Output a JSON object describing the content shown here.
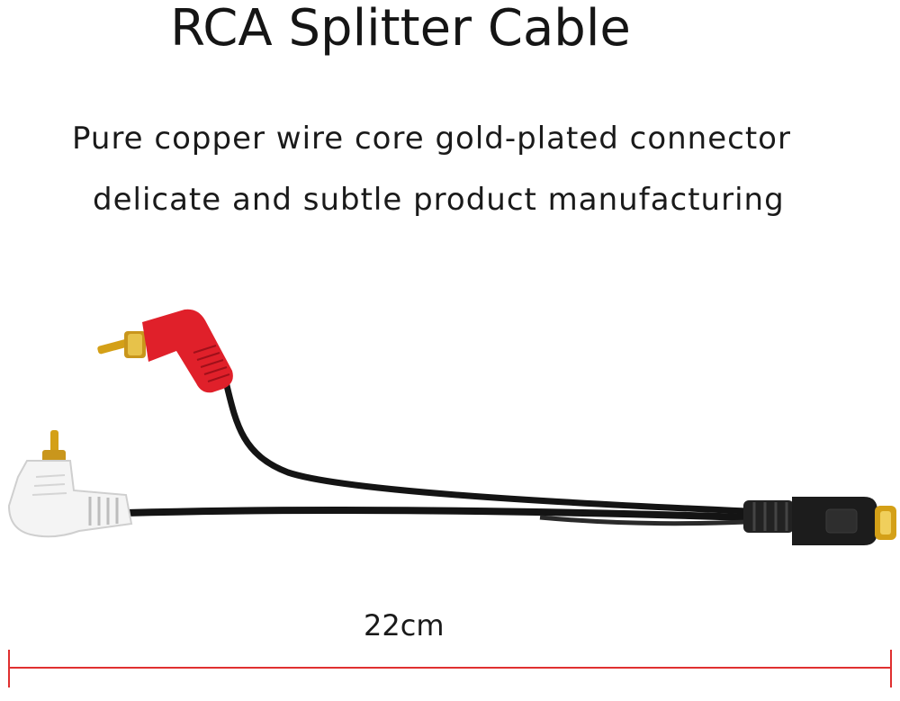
{
  "title": "RCA Splitter Cable",
  "subtitle_line1": "Pure copper wire core gold-plated connector",
  "subtitle_line2": "delicate and subtle product manufacturing",
  "length_label": "22cm",
  "colors": {
    "red_plug": "#e0202a",
    "white_plug": "#f4f4f4",
    "black_jack": "#1c1c1c",
    "gold": "#d4a017",
    "dimension_line": "#e03030"
  }
}
